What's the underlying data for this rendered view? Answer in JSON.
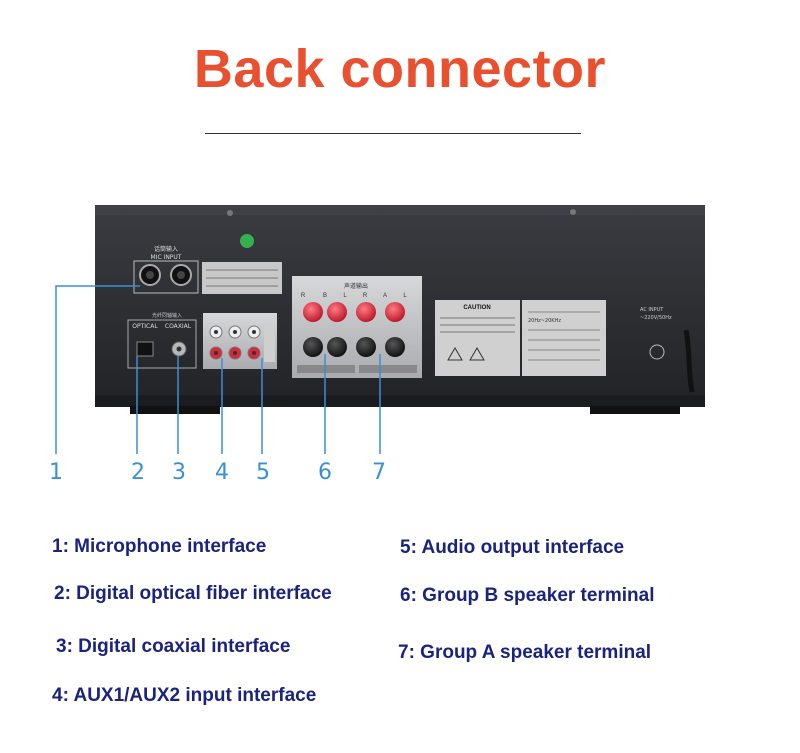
{
  "title": "Back connector",
  "device": {
    "mic_label_cn": "话筒输入",
    "mic_label": "MIC INPUT",
    "optical_label": "OPTICAL",
    "coaxial_label": "COAXIAL",
    "digital_input_cn": "光纤同轴输入",
    "speaker_output_cn": "声道输出",
    "speaker_letters": [
      "R",
      "B",
      "L",
      "R",
      "A",
      "L"
    ],
    "caution_label": "CAUTION",
    "ac_input_label": "AC INPUT",
    "voltage_label": "~220V/50Hz",
    "freq_spec": "20Hz~20KHz"
  },
  "callouts": [
    "1",
    "2",
    "3",
    "4",
    "5",
    "6",
    "7"
  ],
  "legend": [
    "1: Microphone interface",
    "2: Digital optical fiber interface",
    "3: Digital coaxial interface",
    "4: AUX1/AUX2 input interface",
    "5: Audio output interface",
    "6: Group B speaker terminal",
    "7: Group A speaker terminal"
  ],
  "colors": {
    "title": "#e8502f",
    "callout": "#3a8fd6",
    "legend": "#1a237e",
    "speaker_red": "#d8283a",
    "panel": "#2b2d31"
  }
}
